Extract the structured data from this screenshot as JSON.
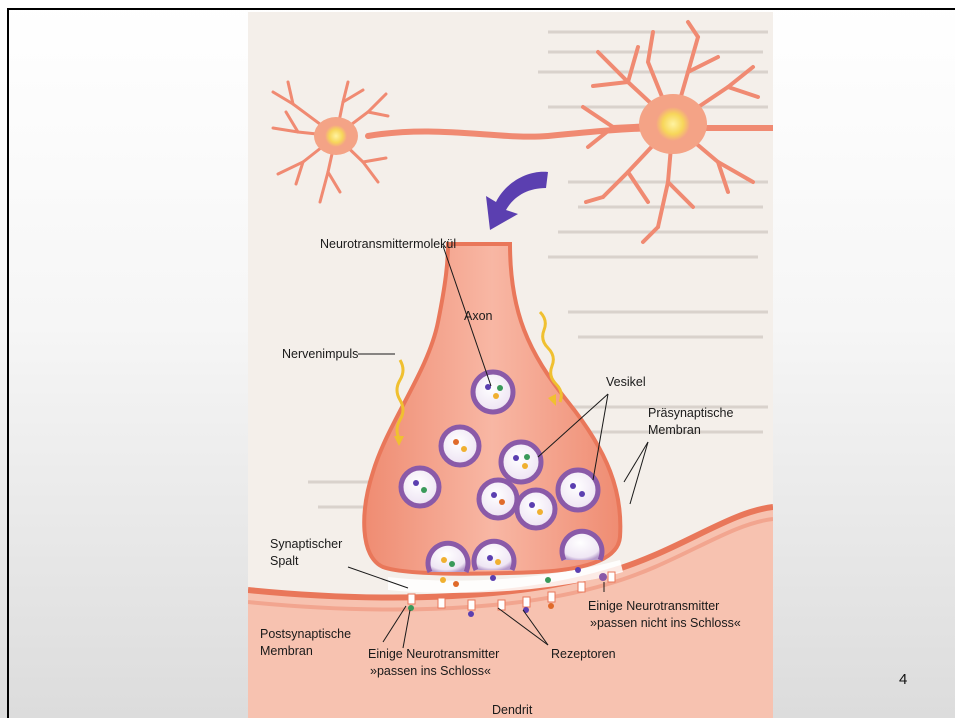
{
  "page_number": "4",
  "colors": {
    "neuron": "#f6a18e",
    "membrane": "#e9775a",
    "vesicle": "#8a5aa8",
    "arrow": "#5b3fb0",
    "impulse": "#f0c030"
  },
  "labels": {
    "neurotransmitter_molecule": "Neurotransmittermolekül",
    "axon": "Axon",
    "nerve_impulse": "Nervenimpuls",
    "vesicles": "Vesikel",
    "presynaptic_membrane_line1": "Präsynaptische",
    "presynaptic_membrane_line2": "Membran",
    "synaptic_cleft_line1": "Synaptischer",
    "synaptic_cleft_line2": "Spalt",
    "postsynaptic_membrane_line1": "Postsynaptische",
    "postsynaptic_membrane_line2": "Membran",
    "fit_line1": "Einige Neurotransmitter",
    "fit_line2": "»passen ins Schloss«",
    "no_fit_line1": "Einige Neurotransmitter",
    "no_fit_line2": "»passen nicht ins Schloss«",
    "receptors": "Rezeptoren",
    "dendrite": "Dendrit"
  }
}
